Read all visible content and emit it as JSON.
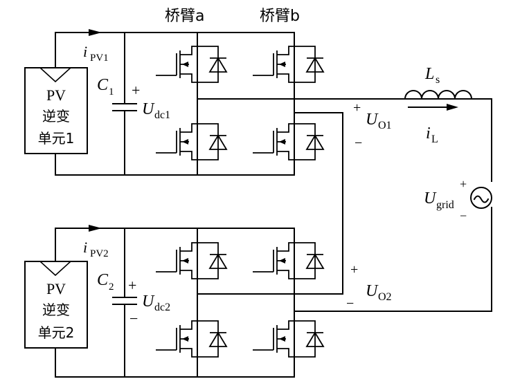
{
  "labels": {
    "leg_a": "桥臂a",
    "leg_b": "桥臂b",
    "pv1_line1": "PV",
    "pv1_line2": "逆变",
    "pv1_line3": "单元1",
    "pv2_line1": "PV",
    "pv2_line2": "逆变",
    "pv2_line3": "单元2",
    "i_pv1": "i",
    "i_pv1_sub": "PV1",
    "i_pv2": "i",
    "i_pv2_sub": "PV2",
    "c1": "C",
    "c1_sub": "1",
    "c2": "C",
    "c2_sub": "2",
    "udc1": "U",
    "udc1_sub": "dc1",
    "udc2": "U",
    "udc2_sub": "dc2",
    "uo1": "U",
    "uo1_sub": "O1",
    "uo2": "U",
    "uo2_sub": "O2",
    "ls": "L",
    "ls_sub": "s",
    "il": "i",
    "il_sub": "L",
    "ugrid": "U",
    "ugrid_sub": "grid",
    "plus": "+",
    "minus": "−"
  }
}
